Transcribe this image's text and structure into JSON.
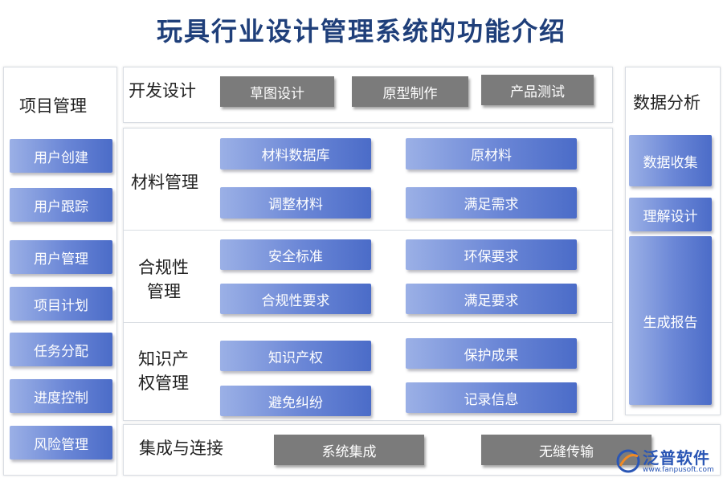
{
  "title": "玩具行业设计管理系统的功能介绍",
  "left": {
    "heading": "项目管理",
    "items": [
      "用户创建",
      "用户跟踪",
      "用户管理",
      "项目计划",
      "任务分配",
      "进度控制",
      "风险管理"
    ]
  },
  "dev": {
    "heading": "开发设计",
    "items": [
      "草图设计",
      "原型制作",
      "产品测试"
    ]
  },
  "material": {
    "heading": "材料管理",
    "items": [
      "材料数据库",
      "原材料",
      "调整材料",
      "满足需求"
    ]
  },
  "compliance": {
    "heading_line1": "合规性",
    "heading_line2": "管理",
    "items": [
      "安全标准",
      "环保要求",
      "合规性要求",
      "满足要求"
    ]
  },
  "ip": {
    "heading_line1": "知识产",
    "heading_line2": "权管理",
    "items": [
      "知识产权",
      "保护成果",
      "避免纠纷",
      "记录信息"
    ]
  },
  "integration": {
    "heading": "集成与连接",
    "items": [
      "系统集成",
      "无缝传输"
    ]
  },
  "right": {
    "heading": "数据分析",
    "items": [
      "数据收集",
      "理解设计",
      "生成报告"
    ]
  },
  "logo": {
    "name": "泛普软件",
    "url": "www.fanpusoft.com"
  }
}
